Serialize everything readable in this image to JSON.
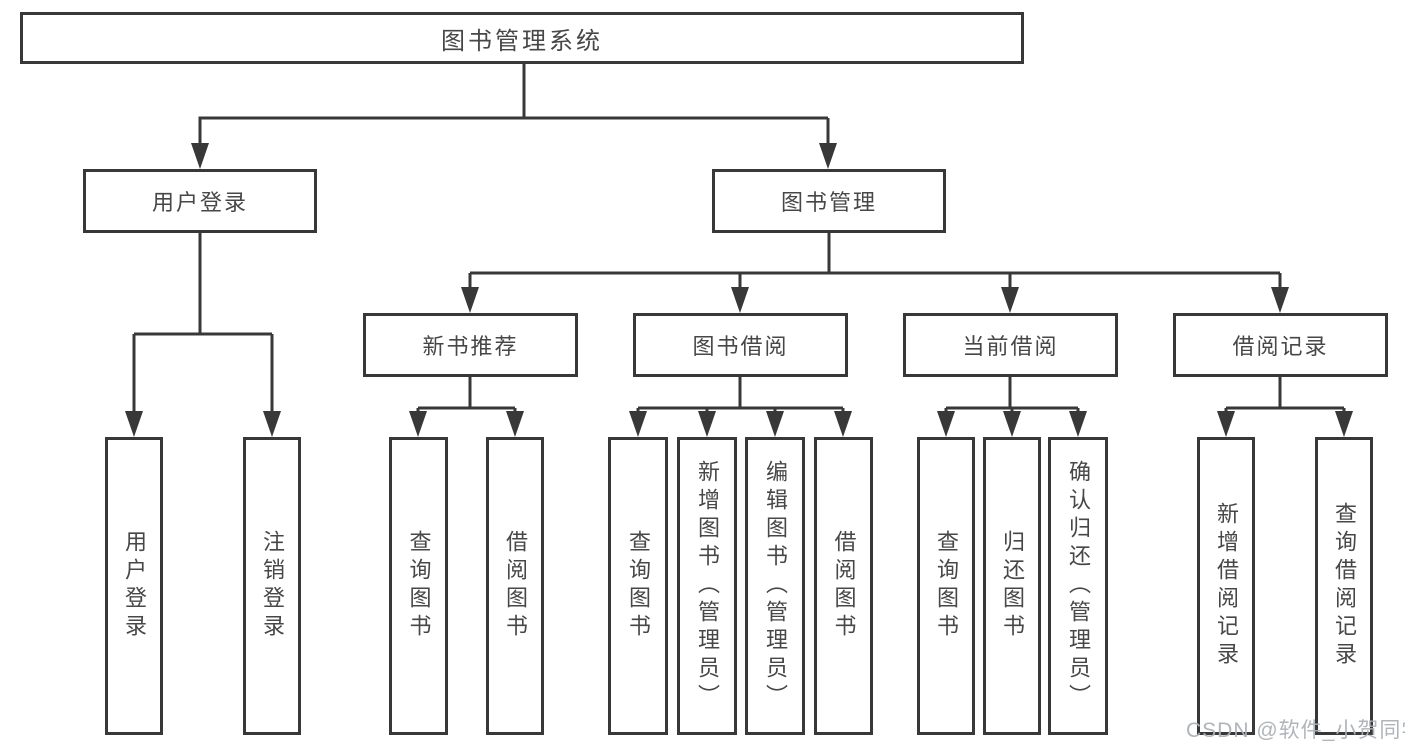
{
  "diagram": {
    "title": "图书管理系统",
    "level1": {
      "user_login": "用户登录",
      "book_mgmt": "图书管理"
    },
    "level2": {
      "new_book": "新书推荐",
      "book_borrow": "图书借阅",
      "current_borrow": "当前借阅",
      "borrow_record": "借阅记录"
    },
    "leaves": {
      "user_login": "用户登录",
      "logout": "注销登录",
      "nb_query": "查询图书",
      "nb_borrow": "借阅图书",
      "bb_query": "查询图书",
      "bb_add": "新增图书（管理员）",
      "bb_edit": "编辑图书（管理员）",
      "bb_borrow": "借阅图书",
      "cb_query": "查询图书",
      "cb_return": "归还图书",
      "cb_confirm": "确认归还（管理员）",
      "br_add": "新增借阅记录",
      "br_query": "查询借阅记录"
    },
    "colors": {
      "line": "#383838",
      "box_border": "#383838",
      "text": "#474747",
      "watermark": "#acb1b5"
    }
  },
  "watermark": {
    "text": "CSDN @软件_小贺同学"
  }
}
